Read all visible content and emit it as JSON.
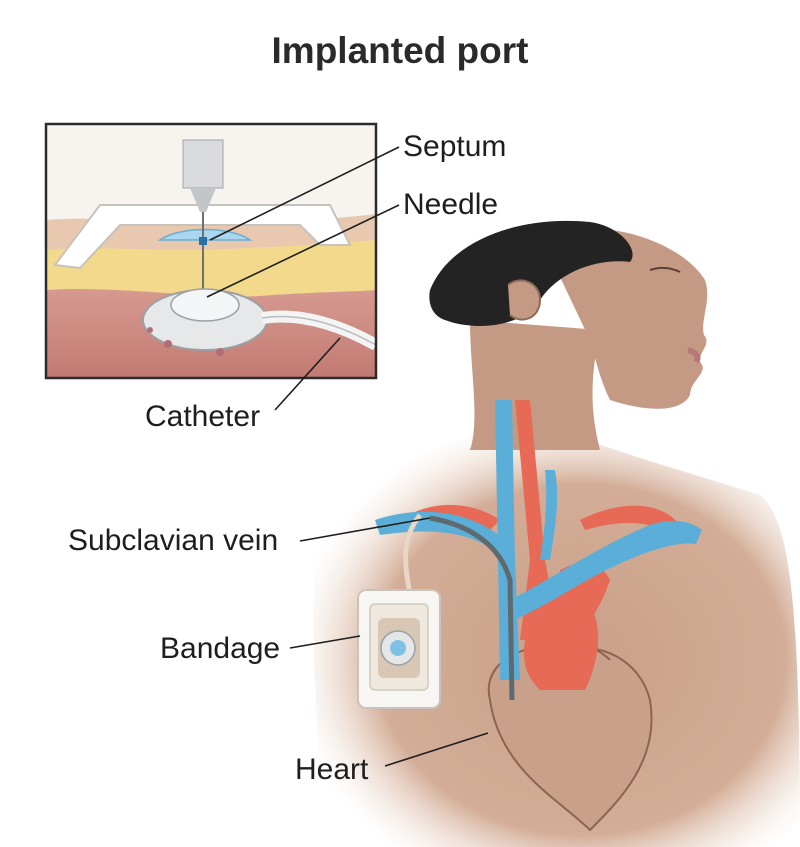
{
  "title": "Implanted port",
  "labels": {
    "septum": "Septum",
    "needle": "Needle",
    "catheter": "Catheter",
    "subclavian_vein": "Subclavian vein",
    "bandage": "Bandage",
    "heart": "Heart"
  },
  "colors": {
    "skin": "#c9a08a",
    "skin_shadow": "#a87f6a",
    "hair": "#232323",
    "vein": "#5aaed8",
    "artery": "#e66a55",
    "fat": "#f3d98c",
    "muscle": "#d79b93",
    "port": "#e4e6e8",
    "dot": "#7ec0e6"
  }
}
